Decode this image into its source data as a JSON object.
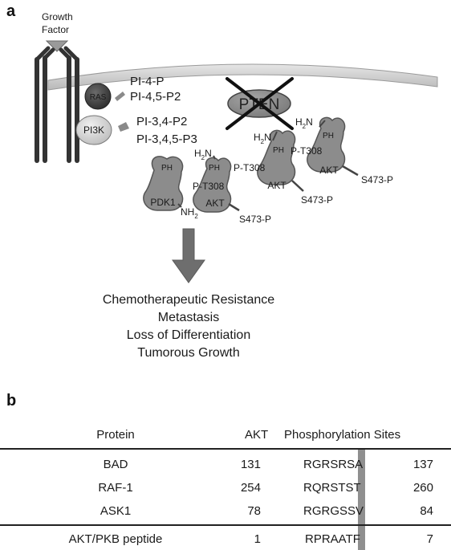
{
  "panel_a": {
    "letter": "a",
    "growth_factor_line1": "Growth",
    "growth_factor_line2": "Factor",
    "ras": "RAS",
    "pi3k": "PI3K",
    "pten": "PTEN",
    "pi_4_p": "PI-4-P",
    "pi_45_p2": "PI-4,5-P2",
    "pi_34_p2": "PI-3,4-P2",
    "pi_345_p3": "PI-3,4,5-P3",
    "pdk1": "PDK1",
    "ph": "PH",
    "akt": "AKT",
    "p_t308": "P-T308",
    "s473_p": "S473-P",
    "h2n_main": "H",
    "h2n_sub": "2",
    "h2n_end": "N",
    "nh2_main": "NH",
    "nh2_sub": "2",
    "outcomes": [
      "Chemotherapeutic Resistance",
      "Metastasis",
      "Loss of Differentiation",
      "Tumorous Growth"
    ]
  },
  "panel_b": {
    "letter": "b",
    "headers": {
      "protein": "Protein",
      "akt": "AKT",
      "sites": "Phosphorylation Sites"
    },
    "rows": [
      {
        "protein": "BAD",
        "start": "131",
        "sequence": "RGRSRSA",
        "end": "137"
      },
      {
        "protein": "RAF-1",
        "start": "254",
        "sequence": "RQRSTST",
        "end": "260"
      },
      {
        "protein": "ASK1",
        "start": "78",
        "sequence": "RGRGSSV",
        "end": "84"
      },
      {
        "protein": "AKT/PKB peptide",
        "start": "1",
        "sequence": "RPRAATF",
        "end": "7"
      }
    ]
  },
  "colors": {
    "membrane": "#d4d4d4",
    "receptor": "#3a3a3a",
    "ras": "#4a4a4a",
    "pi3k": "#d9d9d9",
    "protein": "#8c8c8c",
    "arrow": "#6e6e6e",
    "highlight": "#8f8f8f"
  }
}
